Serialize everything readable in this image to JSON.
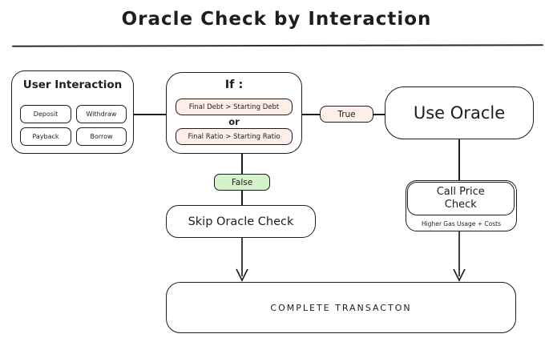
{
  "title": "Oracle Check by Interaction",
  "colors": {
    "stroke": "#1e1e1e",
    "condition_pink": "#fdeee7",
    "false_green": "#d5f2ca",
    "background": "#ffffff"
  },
  "nodes": {
    "user_interaction": {
      "title": "User Interaction",
      "buttons": [
        "Deposit",
        "Withdraw",
        "Payback",
        "Borrow"
      ]
    },
    "if_block": {
      "title": "If :",
      "condition1": "Final Debt > Starting Debt",
      "or_label": "or",
      "condition2": "Final Ratio > Starting Ratio"
    },
    "true_label": "True",
    "false_label": "False",
    "use_oracle": "Use Oracle",
    "skip_oracle": "Skip Oracle Check",
    "call_price": {
      "title": "Call Price Check",
      "subtitle": "Higher Gas Usage + Costs"
    },
    "complete": "COMPLETE TRANSACTON"
  }
}
